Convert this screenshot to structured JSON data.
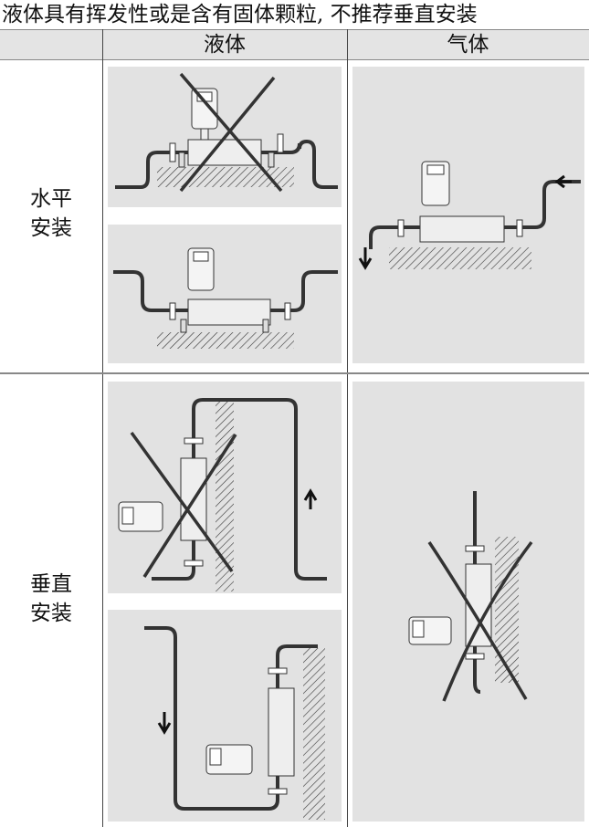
{
  "title": "液体具有挥发性或是含有固体颗粒, 不推荐垂直安装",
  "table": {
    "columns": [
      "",
      "液体",
      "气体"
    ],
    "rows": [
      {
        "label_line1": "水平",
        "label_line2": "安装"
      },
      {
        "label_line1": "垂直",
        "label_line2": "安装"
      }
    ]
  },
  "colors": {
    "panel": "#e2e2e2",
    "pipe": "#333333",
    "header": "#e4e4e4"
  }
}
